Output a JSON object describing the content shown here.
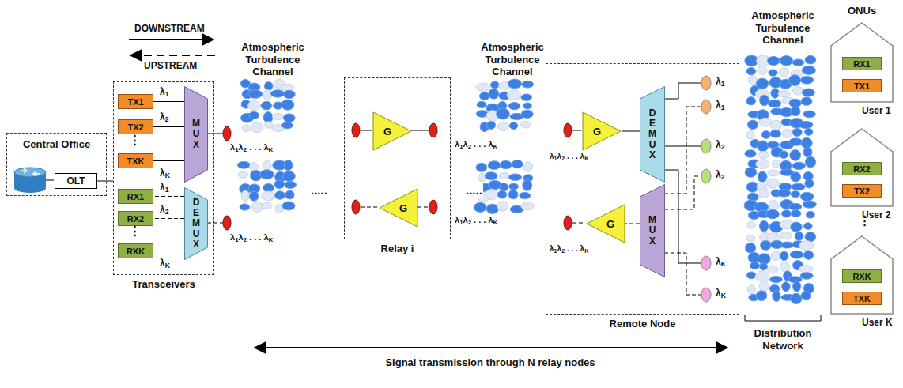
{
  "diagram": {
    "nodes": [
      {
        "text": [
          "Central Office"
        ]
      },
      {
        "text": [
          "OLT"
        ],
        "in": 0
      },
      {
        "text": [
          "Transceivers"
        ]
      },
      {
        "text": [
          "TX1"
        ],
        "in": 2
      },
      {
        "text": [
          "TX2"
        ],
        "in": 2
      },
      {
        "text": [
          "TXK"
        ],
        "in": 2
      },
      {
        "text": [
          "MUX"
        ],
        "in": 2
      },
      {
        "text": [
          "RX1"
        ],
        "in": 2
      },
      {
        "text": [
          "RX2"
        ],
        "in": 2
      },
      {
        "text": [
          "RXK"
        ],
        "in": 2
      },
      {
        "text": [
          "DEMUX"
        ],
        "in": 2
      },
      {
        "text": [
          "Relay i"
        ]
      },
      {
        "text": [
          "G"
        ],
        "in": 11
      },
      {
        "text": [
          "G"
        ],
        "in": 11
      },
      {
        "text": [
          "Remote Node"
        ]
      },
      {
        "text": [
          "G"
        ],
        "in": 14
      },
      {
        "text": [
          "DEMUX"
        ],
        "in": 14
      },
      {
        "text": [
          "MUX"
        ],
        "in": 14
      },
      {
        "text": [
          "G"
        ],
        "in": 14
      },
      {
        "text": [
          "User 1"
        ]
      },
      {
        "text": [
          "RX1"
        ],
        "in": 19
      },
      {
        "text": [
          "TX1"
        ],
        "in": 19
      },
      {
        "text": [
          "User 2"
        ]
      },
      {
        "text": [
          "RX2"
        ],
        "in": 22
      },
      {
        "text": [
          "TX2"
        ],
        "in": 22
      },
      {
        "text": [
          "User K"
        ]
      },
      {
        "text": [
          "RXK"
        ],
        "in": 25
      },
      {
        "text": [
          "TXK"
        ],
        "in": 25
      }
    ],
    "edges": [
      {
        "from": 1,
        "to": 2,
        "arrow": "none"
      },
      {
        "from": 3,
        "to": 6,
        "arrow": "none"
      },
      {
        "from": 4,
        "to": 6,
        "arrow": "none"
      },
      {
        "from": 5,
        "to": 6,
        "arrow": "none"
      },
      {
        "from": 10,
        "to": 7,
        "arrow": "none"
      },
      {
        "from": 10,
        "to": 8,
        "arrow": "none"
      },
      {
        "from": 10,
        "to": 9,
        "arrow": "none"
      },
      {
        "from": 15,
        "to": 16,
        "arrow": "none"
      },
      {
        "from": 17,
        "to": 18,
        "arrow": "none"
      }
    ],
    "labels": [
      "DOWNSTREAM",
      "UPSTREAM",
      "λ1",
      "λ2",
      "λK",
      "λ1",
      "λ2",
      "λK",
      "⋮",
      "⋮",
      "Atmospheric Turbulence Channel",
      "λ1λ2 . . . λK",
      "λ1λ2 . . . λK",
      ".....",
      "λ1λ2 . . . λK",
      "λ1λ2 . . . λK",
      ".....",
      "Atmospheric Turbulence Channel",
      "λ1λ2 . . . λK",
      "λ1λ2 . . . λK",
      "λ1",
      "λ1",
      "λ2",
      "λ2",
      "λK",
      "λK",
      "Atmospheric Turbulence Channel",
      "Distribution Network",
      "ONUs",
      "⋮",
      "Signal transmission through N relay nodes"
    ]
  }
}
